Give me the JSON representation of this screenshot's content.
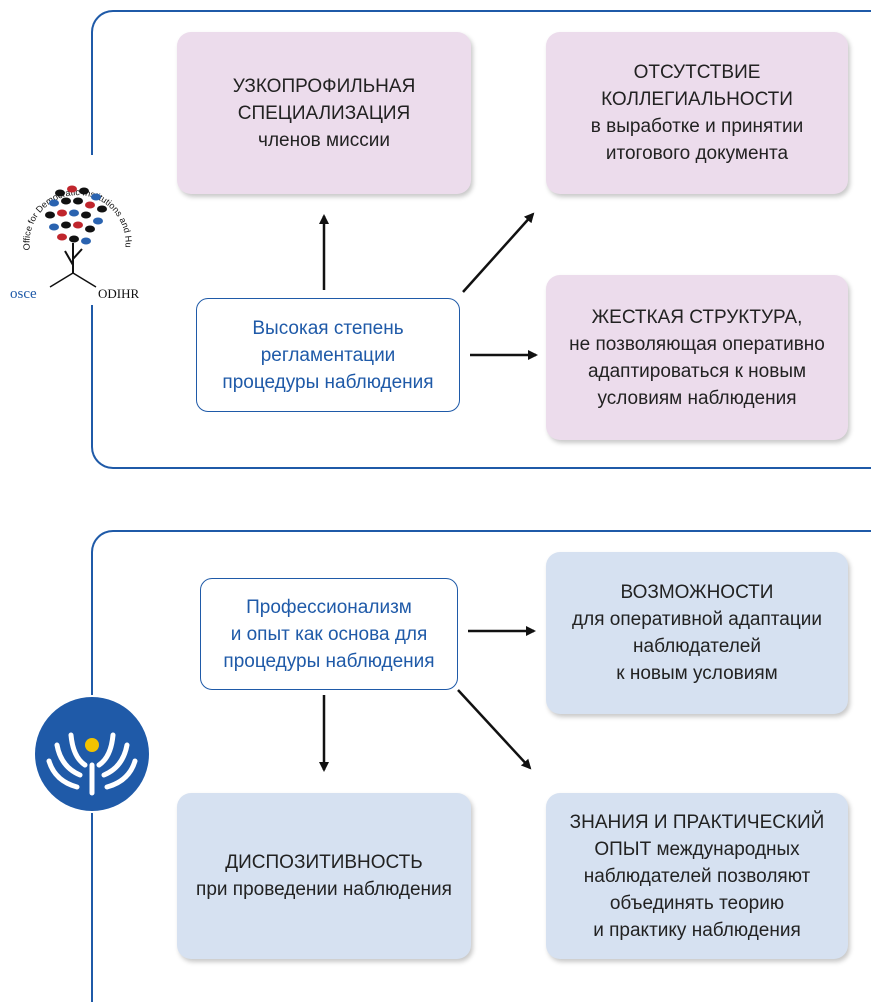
{
  "top": {
    "center": [
      "Высокая степень",
      "регламентации",
      "процедуры наблюдения"
    ],
    "box1": {
      "title": [
        "УЗКОПРОФИЛЬНАЯ",
        "СПЕЦИАЛИЗАЦИЯ"
      ],
      "sub": [
        "членов миссии"
      ]
    },
    "box2": {
      "title": [
        "ОТСУТСТВИЕ",
        "КОЛЛЕГИАЛЬНОСТИ"
      ],
      "sub": [
        "в выработке и принятии",
        "итогового документа"
      ]
    },
    "box3": {
      "title": [
        "ЖЕСТКАЯ СТРУКТУРА,"
      ],
      "sub": [
        "не позволяющая оперативно",
        "адаптироваться к новым",
        "условиям наблюдения"
      ]
    }
  },
  "bottom": {
    "center": [
      "Профессионализм",
      "и опыт как основа для",
      "процедуры наблюдения"
    ],
    "box1": {
      "title": [
        "ВОЗМОЖНОСТИ"
      ],
      "sub": [
        "для оперативной адаптации",
        "наблюдателей",
        "к новым условиям"
      ]
    },
    "box2": {
      "title": [
        "ДИСПОЗИТИВНОСТЬ"
      ],
      "sub": [
        "при проведении наблюдения"
      ]
    },
    "box3": {
      "title": [
        "ЗНАНИЯ И ПРАКТИЧЕСКИЙ",
        "ОПЫТ международных"
      ],
      "sub": [
        "наблюдателей позволяют",
        "объединять теорию",
        "и практику наблюдения"
      ]
    }
  },
  "logos": {
    "osce_label": "osce",
    "odihr_label": "ODIHR",
    "osce_ring_text": "Office for Democratic Institutions and Human Rights",
    "cis_icon": "cis-emblem-icon"
  },
  "colors": {
    "pink": "#ecdcec",
    "blue": "#d6e1f1",
    "accent": "#1f5aa8"
  }
}
